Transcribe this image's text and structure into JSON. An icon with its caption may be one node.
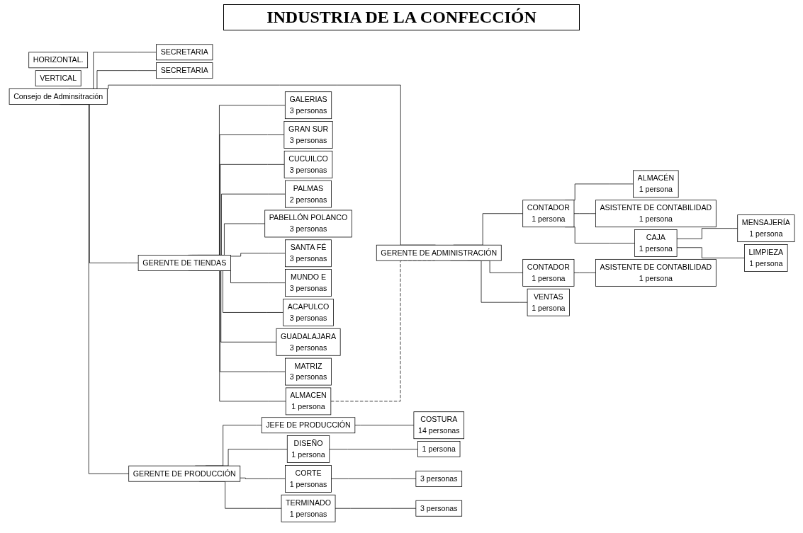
{
  "diagram": {
    "title": "INDUSTRIA DE LA CONFECCIÓN",
    "nodes": [
      {
        "text": [
          "Consejo de Adminsitración"
        ]
      },
      {
        "text": [
          "SECRETARIA"
        ]
      },
      {
        "text": [
          "SECRETARIA"
        ]
      },
      {
        "text": [
          "GERENTE DE TIENDAS"
        ]
      },
      {
        "text": [
          "GERENTE DE ADMINISTRACIÓN"
        ]
      },
      {
        "text": [
          "GERENTE DE PRODUCCIÓN"
        ]
      },
      {
        "text": [
          "ALMACEN",
          "1 persona"
        ]
      },
      {
        "text": [
          "GALERIAS",
          "3 personas"
        ]
      },
      {
        "text": [
          "GRAN SUR",
          "3 personas"
        ]
      },
      {
        "text": [
          "CUCUILCO",
          "3 personas"
        ]
      },
      {
        "text": [
          "PALMAS",
          "2 personas"
        ]
      },
      {
        "text": [
          "PABELLÓN POLANCO",
          "3 personas"
        ]
      },
      {
        "text": [
          "SANTA FÉ",
          "3 personas"
        ]
      },
      {
        "text": [
          "MUNDO E",
          "3 personas"
        ]
      },
      {
        "text": [
          "ACAPULCO",
          "3 personas"
        ]
      },
      {
        "text": [
          "GUADALAJARA",
          "3 personas"
        ]
      },
      {
        "text": [
          "MATRIZ",
          "3 personas"
        ]
      },
      {
        "text": [
          "CONTADOR",
          "1 persona"
        ]
      },
      {
        "text": [
          "ALMACÉN",
          "1 persona"
        ]
      },
      {
        "text": [
          "ASISTENTE DE CONTABILIDAD",
          "1 persona"
        ]
      },
      {
        "text": [
          "CAJA",
          "1 persona"
        ]
      },
      {
        "text": [
          "MENSAJERÍA",
          "1 persona"
        ]
      },
      {
        "text": [
          "LIMPIEZA",
          "1 persona"
        ]
      },
      {
        "text": [
          "CONTADOR",
          "1 persona"
        ]
      },
      {
        "text": [
          "ASISTENTE DE CONTABILIDAD",
          "1 persona"
        ]
      },
      {
        "text": [
          "VENTAS",
          "1 persona"
        ]
      },
      {
        "text": [
          "JEFE DE PRODUCCIÓN"
        ]
      },
      {
        "text": [
          "COSTURA",
          "14 personas"
        ]
      },
      {
        "text": [
          "DISEÑO",
          "1 persona"
        ]
      },
      {
        "text": [
          "1 persona"
        ]
      },
      {
        "text": [
          "CORTE",
          "1 personas"
        ]
      },
      {
        "text": [
          "3 personas"
        ]
      },
      {
        "text": [
          "TERMINADO",
          "1 personas"
        ]
      },
      {
        "text": [
          "3 personas"
        ]
      },
      {
        "text": [
          "HORIZONTAL."
        ]
      },
      {
        "text": [
          "VERTICAL"
        ]
      }
    ],
    "edges": [
      {
        "from": 0,
        "to": 1,
        "arrow": "none"
      },
      {
        "from": 0,
        "to": 2,
        "arrow": "none"
      },
      {
        "from": 0,
        "to": 3,
        "arrow": "none"
      },
      {
        "from": 0,
        "to": 4,
        "arrow": "none"
      },
      {
        "from": 0,
        "to": 5,
        "arrow": "none"
      },
      {
        "from": 3,
        "to": 6,
        "arrow": "none"
      },
      {
        "from": 6,
        "to": 4,
        "arrow": "none",
        "style": "dashed"
      },
      {
        "from": 3,
        "to": 7,
        "arrow": "none"
      },
      {
        "from": 3,
        "to": 8,
        "arrow": "none"
      },
      {
        "from": 3,
        "to": 9,
        "arrow": "none"
      },
      {
        "from": 3,
        "to": 10,
        "arrow": "none"
      },
      {
        "from": 3,
        "to": 11,
        "arrow": "none"
      },
      {
        "from": 3,
        "to": 12,
        "arrow": "none"
      },
      {
        "from": 3,
        "to": 13,
        "arrow": "none"
      },
      {
        "from": 3,
        "to": 14,
        "arrow": "none"
      },
      {
        "from": 3,
        "to": 15,
        "arrow": "none"
      },
      {
        "from": 3,
        "to": 16,
        "arrow": "none"
      },
      {
        "from": 4,
        "to": 17,
        "arrow": "none"
      },
      {
        "from": 17,
        "to": 18,
        "arrow": "none"
      },
      {
        "from": 17,
        "to": 19,
        "arrow": "none"
      },
      {
        "from": 17,
        "to": 20,
        "arrow": "none"
      },
      {
        "from": 20,
        "to": 21,
        "arrow": "none"
      },
      {
        "from": 20,
        "to": 22,
        "arrow": "none"
      },
      {
        "from": 4,
        "to": 23,
        "arrow": "none"
      },
      {
        "from": 23,
        "to": 24,
        "arrow": "none"
      },
      {
        "from": 4,
        "to": 25,
        "arrow": "none"
      },
      {
        "from": 5,
        "to": 26,
        "arrow": "none"
      },
      {
        "from": 26,
        "to": 27,
        "arrow": "none"
      },
      {
        "from": 5,
        "to": 28,
        "arrow": "none"
      },
      {
        "from": 28,
        "to": 29,
        "arrow": "none"
      },
      {
        "from": 5,
        "to": 30,
        "arrow": "none"
      },
      {
        "from": 30,
        "to": 31,
        "arrow": "none"
      },
      {
        "from": 5,
        "to": 32,
        "arrow": "none"
      },
      {
        "from": 32,
        "to": 33,
        "arrow": "none"
      }
    ]
  }
}
